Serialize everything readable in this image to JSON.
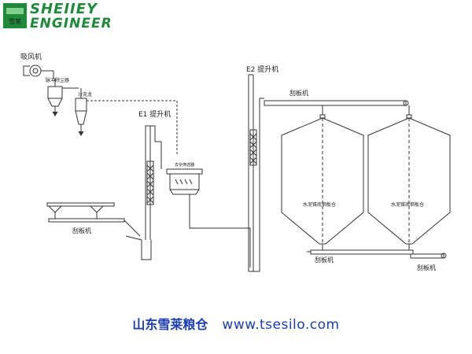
{
  "logo": {
    "badge_text": "雪莱",
    "line1": "SHEIIEY",
    "line2": "ENGINEER",
    "colors": {
      "badge_bg": "#1f8a3a",
      "text": "#1f8a3a"
    }
  },
  "labels": {
    "fan": "吸风机",
    "pulse_collector": "脉冲除尘器",
    "cyclone": "沙克龙",
    "elevator_e1": "E1 提升机",
    "elevator_e2": "E2 提升机",
    "scraper_top": "刮板机",
    "cleaner": "去杂筛选器",
    "scraper_left": "刮板机",
    "silo_left": "水泥锥底钢板仓",
    "silo_right": "水泥锥底钢板仓",
    "scraper_bottom": "刮板机",
    "scraper_right": "刮板机"
  },
  "footer": {
    "company": "山东雪莱粮仓",
    "url": "www.tsesilo.com",
    "color": "#1a3db5"
  },
  "line_color": "#333333"
}
